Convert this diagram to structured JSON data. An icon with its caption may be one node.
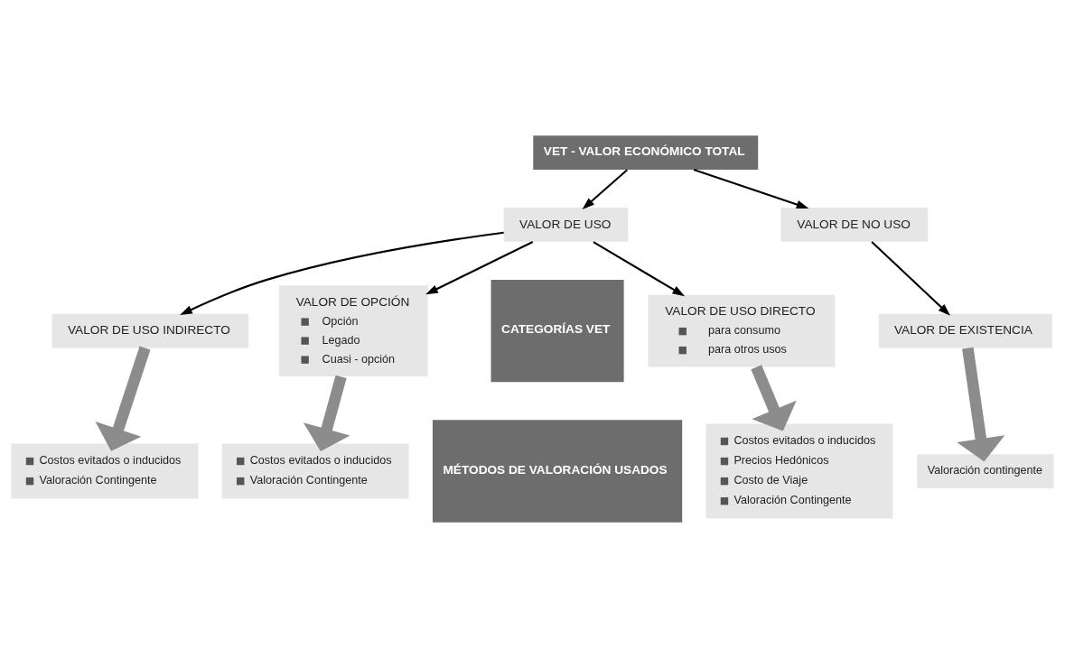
{
  "diagram": {
    "nodes": [
      {
        "text": [
          "VET - VALOR ECONÓMICO TOTAL"
        ]
      },
      {
        "text": [
          "VALOR DE USO"
        ]
      },
      {
        "text": [
          "VALOR DE NO USO"
        ]
      },
      {
        "text": [
          "CATEGORÍAS VET"
        ]
      },
      {
        "text": [
          "VALOR DE USO DIRECTO",
          "para consumo",
          "para otros usos"
        ]
      },
      {
        "text": [
          "VALOR DE USO INDIRECTO"
        ]
      },
      {
        "text": [
          "VALOR DE OPCIÓN",
          "Opción",
          "Legado",
          "Cuasi - opción"
        ]
      },
      {
        "text": [
          "VALOR DE EXISTENCIA"
        ]
      },
      {
        "text": [
          "MÉTODOS DE VALORACIÓN USADOS"
        ]
      },
      {
        "text": [
          "Costos evitados o inducidos",
          "Precios Hedónicos",
          "Costo de Viaje",
          "Valoración Contingente"
        ]
      },
      {
        "text": [
          "Costos evitados o inducidos",
          "Valoración Contingente"
        ]
      },
      {
        "text": [
          "Costos evitados o inducidos",
          "Valoración Contingente"
        ]
      },
      {
        "text": [
          "Valoración contingente"
        ]
      }
    ],
    "edges": [
      {
        "from": 0,
        "to": 1,
        "arrow": "to"
      },
      {
        "from": 0,
        "to": 2,
        "arrow": "to"
      },
      {
        "from": 1,
        "to": 4,
        "arrow": "to"
      },
      {
        "from": 1,
        "to": 5,
        "arrow": "to"
      },
      {
        "from": 1,
        "to": 6,
        "arrow": "to"
      },
      {
        "from": 2,
        "to": 7,
        "arrow": "to"
      },
      {
        "from": 4,
        "to": 9,
        "arrow": "to",
        "style": "thick",
        "color": "#8c8c8c"
      },
      {
        "from": 5,
        "to": 10,
        "arrow": "to",
        "style": "thick",
        "color": "#8c8c8c"
      },
      {
        "from": 6,
        "to": 11,
        "arrow": "to",
        "style": "thick",
        "color": "#8c8c8c"
      },
      {
        "from": 7,
        "to": 12,
        "arrow": "to",
        "style": "thick",
        "color": "#8c8c8c"
      }
    ]
  }
}
